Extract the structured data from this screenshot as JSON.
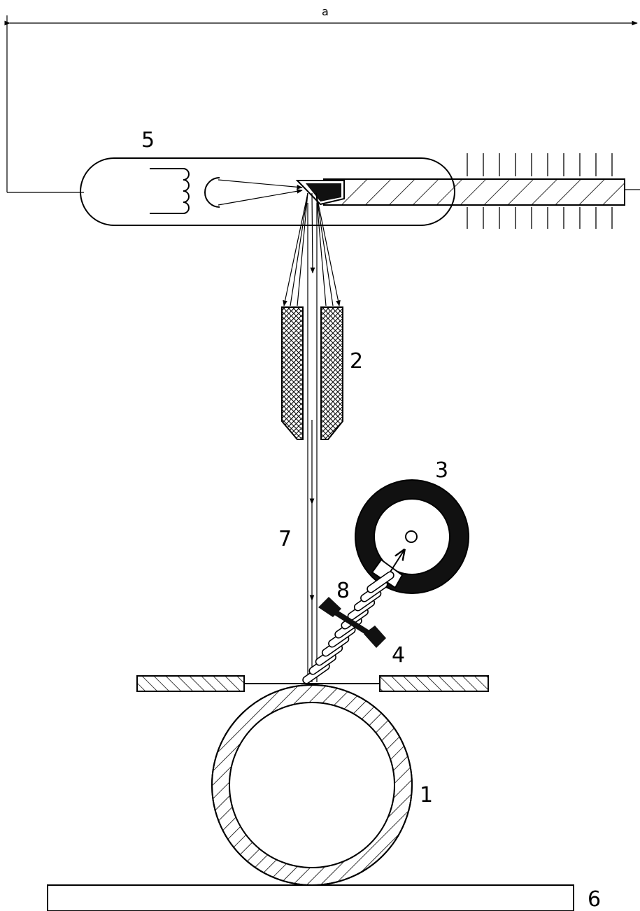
{
  "labels": {
    "dimension": "a",
    "tube": "5",
    "collimator": "2",
    "wheel": "3",
    "beam": "7",
    "spring": "8",
    "shutter": "4",
    "pipe": "1",
    "base": "6"
  },
  "colors": {
    "line": "#000000",
    "fill_dark": "#111111",
    "background": "#ffffff"
  }
}
